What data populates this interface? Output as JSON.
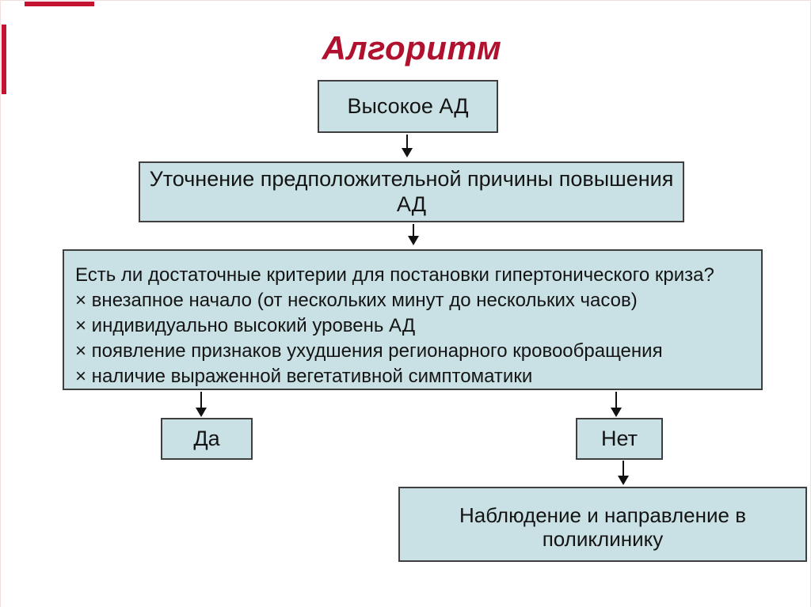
{
  "slide": {
    "background": "#ffffff",
    "corner_mark_color": "#c41230"
  },
  "title": {
    "text": "Алгоритм",
    "color": "#b0112f"
  },
  "diagram": {
    "box_fill": "#c9e1e5",
    "box_border": "#3f3f3f",
    "arrow_color": "#111111",
    "nodes": {
      "high_bp": {
        "label": "Высокое АД"
      },
      "clarify": {
        "label": "Уточнение предположительной причины повышения АД"
      },
      "criteria": {
        "lines": [
          "Есть ли достаточные критерии для постановки гипертонического криза?",
          "× внезапное начало (от нескольких минут до нескольких часов)",
          "× индивидуально высокий уровень АД",
          "× появление признаков ухудшения регионарного кровообращения",
          "× наличие выраженной вегетативной симптоматики"
        ]
      },
      "yes": {
        "label": "Да"
      },
      "no": {
        "label": "Нет"
      },
      "observe": {
        "label": "Наблюдение и направление в поликлинику"
      }
    }
  }
}
